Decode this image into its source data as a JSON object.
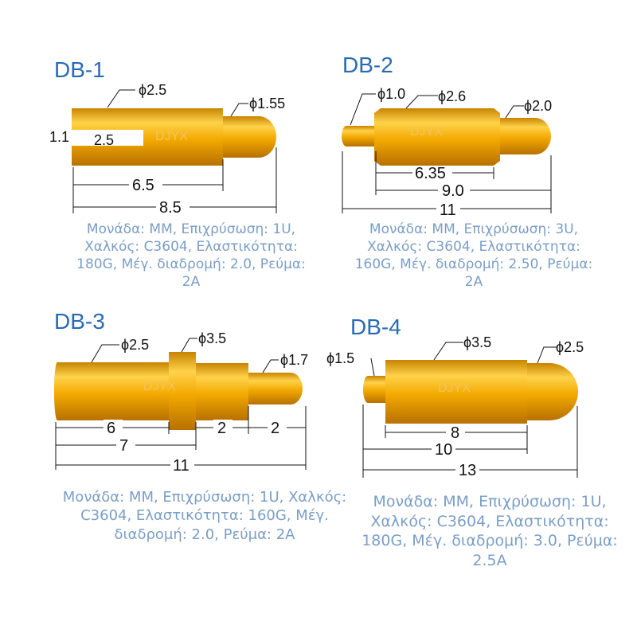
{
  "colors": {
    "title": "#2a6ab5",
    "description": "#7a9ec6",
    "pin_body": "#f0a800",
    "pin_light": "#ffd24a",
    "pin_dark": "#c77a00"
  },
  "watermark": "DJYX",
  "pins": [
    {
      "title": "DB-1",
      "labels": {
        "d1": "ϕ2.5",
        "d2": "ϕ1.55",
        "slot_w": "1.1",
        "slot_l": "2.5",
        "l1": "6.5",
        "l2": "8.5"
      },
      "description": "Μονάδα: MM, Επιχρύσωση: 1U, Χαλκός: C3604, Ελαστικότητα: 180G, Μέγ. διαδρομή: 2.0, Ρεύμα: 2A"
    },
    {
      "title": "DB-2",
      "labels": {
        "d1": "ϕ1.0",
        "d2": "ϕ2.6",
        "d3": "ϕ2.0",
        "l1": "6.35",
        "l2": "9.0",
        "l3": "11"
      },
      "description": "Μονάδα: MM, Επιχρύσωση: 3U, Χαλκός: C3604, Ελαστικότητα: 160G, Μέγ. διαδρομή: 2.50, Ρεύμα: 2A"
    },
    {
      "title": "DB-3",
      "labels": {
        "d1": "ϕ2.5",
        "d2": "ϕ3.5",
        "d3": "ϕ1.7",
        "l1": "6",
        "l2": "2",
        "l3": "2",
        "l4": "7",
        "l5": "11"
      },
      "description": "Μονάδα: MM, Επιχρύσωση: 1U, Χαλκός: C3604, Ελαστικότητα: 160G, Μέγ. διαδρομή: 2.0, Ρεύμα: 2A"
    },
    {
      "title": "DB-4",
      "labels": {
        "d1": "ϕ1.5",
        "d2": "ϕ3.5",
        "d3": "ϕ2.5",
        "l1": "8",
        "l2": "10",
        "l3": "13"
      },
      "description": "Μονάδα: MM, Επιχρύσωση: 1U, Χαλκός: C3604, Ελαστικότητα: 180G, Μέγ. διαδρομή: 3.0, Ρεύμα: 2.5A"
    }
  ]
}
